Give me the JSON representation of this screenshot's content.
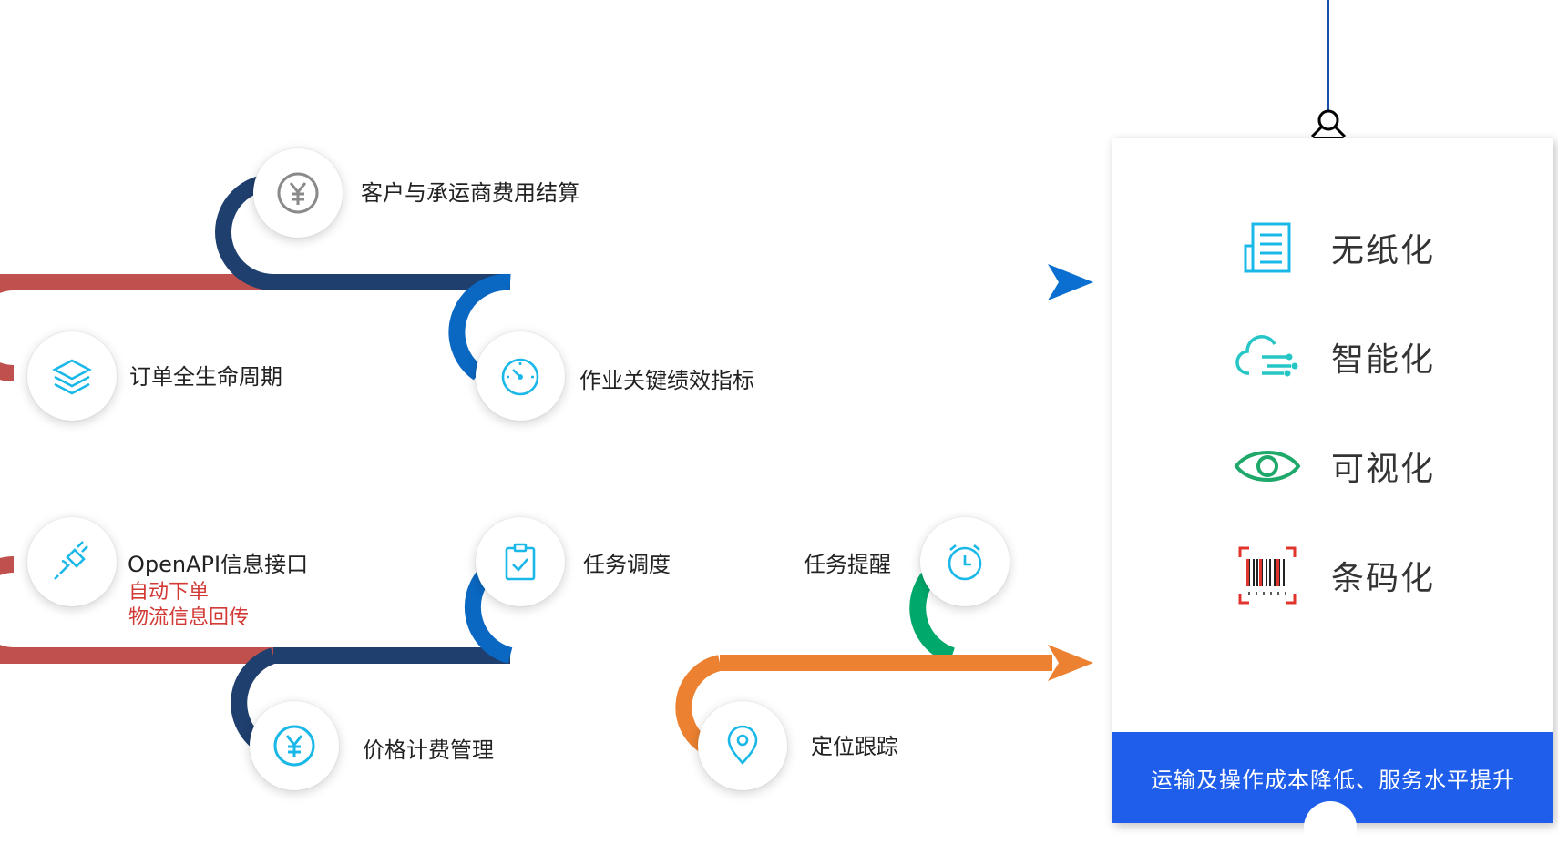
{
  "nodes": {
    "settlement": "客户与承运商费用结算",
    "order_lifecycle": "订单全生命周期",
    "kpi": "作业关键绩效指标",
    "openapi": "OpenAPI信息接口",
    "openapi_sub1": "自动下单",
    "openapi_sub2": "物流信息回传",
    "dispatch": "任务调度",
    "reminder": "任务提醒",
    "pricing": "价格计费管理",
    "tracking": "定位跟踪"
  },
  "features": [
    {
      "label": "无纸化",
      "icon": "document-icon"
    },
    {
      "label": "智能化",
      "icon": "cloud-network-icon"
    },
    {
      "label": "可视化",
      "icon": "eye-icon"
    },
    {
      "label": "条码化",
      "icon": "barcode-icon"
    }
  ],
  "banner": "运输及操作成本降低、服务水平提升",
  "colors": {
    "red": "#c0504d",
    "navy": "#1f3f6e",
    "blue": "#0a68c2",
    "green": "#00a86b",
    "orange": "#ec8131",
    "banner": "#1f5eea",
    "icon_cyan": "#1ab8e8"
  }
}
